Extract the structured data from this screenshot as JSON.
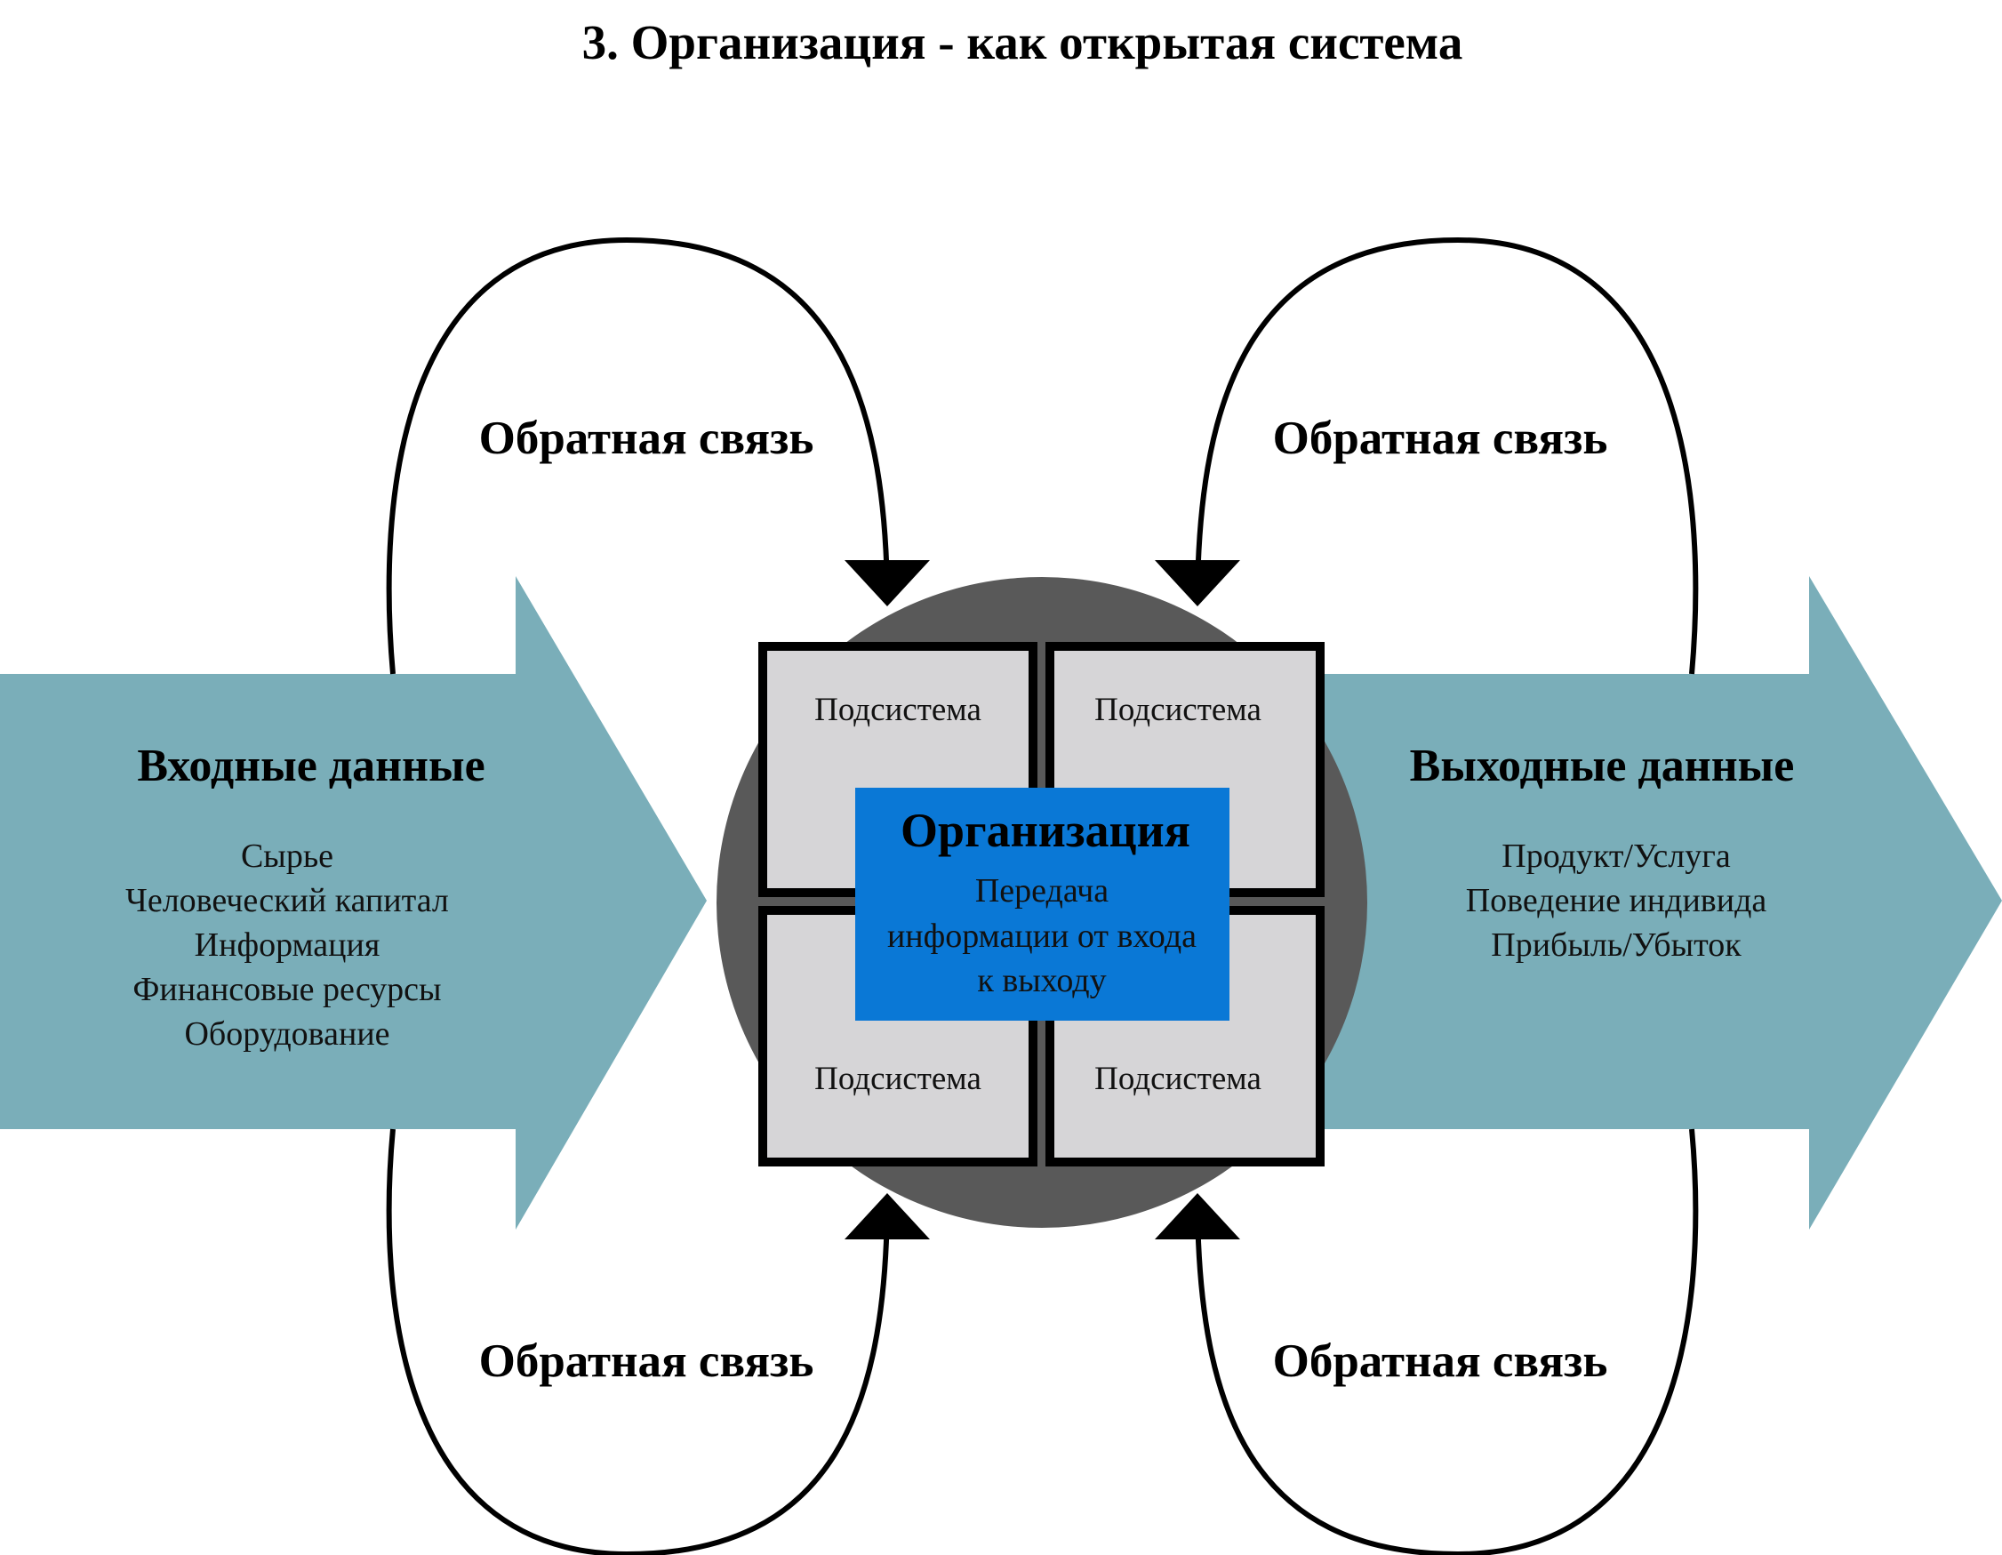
{
  "title": "3. Организация - как открытая система",
  "input": {
    "title": "Входные данные",
    "items": [
      "Сырье",
      "Человеческий капитал",
      "Информация",
      "Финансовые ресурсы",
      "Оборудование"
    ]
  },
  "output": {
    "title": "Выходные данные",
    "items": [
      "Продукт/Услуга",
      "Поведение индивида",
      "Прибыль/Убыток"
    ]
  },
  "feedback": {
    "top_left": "Обратная связь",
    "top_right": "Обратная связь",
    "bottom_left": "Обратная связь",
    "bottom_right": "Обратная связь"
  },
  "subsystems": [
    "Подсистема",
    "Подсистема",
    "Подсистема",
    "Подсистема"
  ],
  "organization": {
    "title": "Организация",
    "description": [
      "Передача",
      "информации от входа",
      "к выходу"
    ]
  },
  "colors": {
    "arrow_fill": "#7aaeb9",
    "circle_fill": "#595959",
    "subsystem_fill": "#d6d5d7",
    "org_fill": "#0a78d6"
  }
}
